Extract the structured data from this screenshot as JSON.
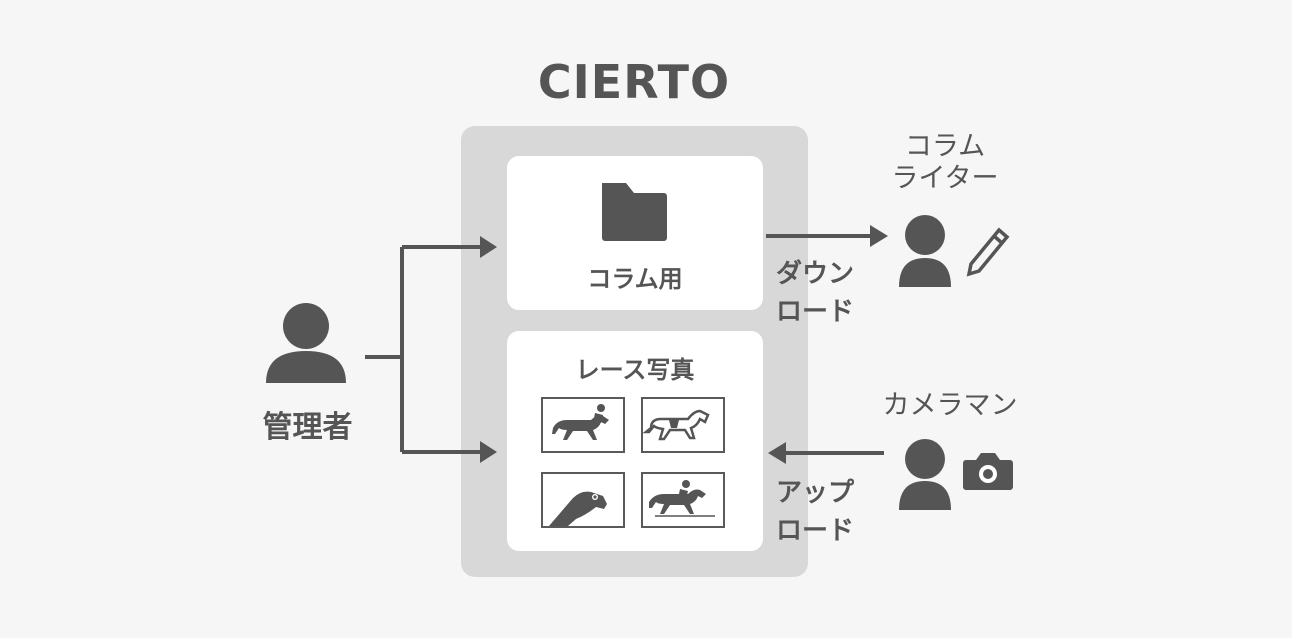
{
  "title": "CIERTO",
  "platform": {
    "column_box": {
      "label": "コラム用",
      "icon": "folder-icon"
    },
    "race_box": {
      "label": "レース写真",
      "photos": [
        "jockey-racing-icon",
        "horse-galloping-icon",
        "horse-head-icon",
        "jockey-finish-icon"
      ]
    }
  },
  "actors": {
    "admin": {
      "label": "管理者",
      "icon": "person-icon"
    },
    "writer": {
      "label_line1": "コラム",
      "label_line2": "ライター",
      "icon": "person-icon",
      "tool_icon": "pencil-icon"
    },
    "camera": {
      "label": "カメラマン",
      "icon": "person-icon",
      "tool_icon": "camera-icon"
    }
  },
  "flows": {
    "download": {
      "line1": "ダウン",
      "line2": "ロード"
    },
    "upload": {
      "line1": "アップ",
      "line2": "ロード"
    }
  },
  "colors": {
    "background": "#f6f6f6",
    "platform": "#d8d8d8",
    "card": "#ffffff",
    "ink": "#555555"
  }
}
